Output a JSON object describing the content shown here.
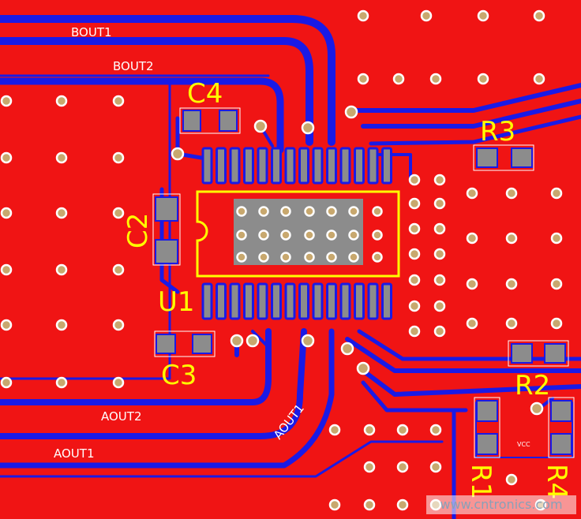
{
  "board": {
    "copper_color": "#f01414",
    "trace_color": "#1a1ae6",
    "pad_color": "#8c8c8c",
    "silk_color": "#ffff00",
    "label_color": "#ffffff"
  },
  "components": {
    "u1": "U1",
    "c2": "C2",
    "c3": "C3",
    "c4": "C4",
    "r1": "R1",
    "r2": "R2",
    "r3": "R3",
    "r4": "R4"
  },
  "nets": {
    "bout1": "BOUT1",
    "bout2": "BOUT2",
    "aout1": "AOUT1",
    "aout2": "AOUT2",
    "aout1_diag": "AOUT1",
    "vcc": "VCC"
  },
  "watermark": "www.cntronics.com"
}
